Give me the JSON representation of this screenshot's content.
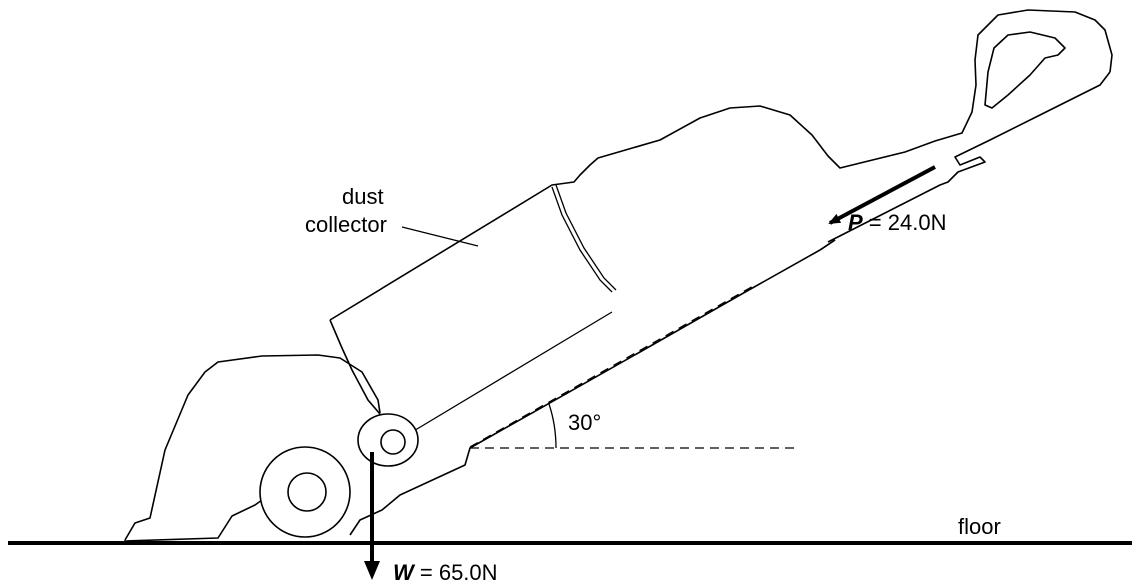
{
  "labels": {
    "dust_collector_line1": "dust",
    "dust_collector_line2": "collector",
    "floor": "floor",
    "angle": "30°",
    "force_p_symbol": "P",
    "force_p_value": " = 24.0N",
    "force_w_symbol": "W",
    "force_w_value": " = 65.0N"
  },
  "colors": {
    "ink": "#000000",
    "paper": "#ffffff"
  }
}
